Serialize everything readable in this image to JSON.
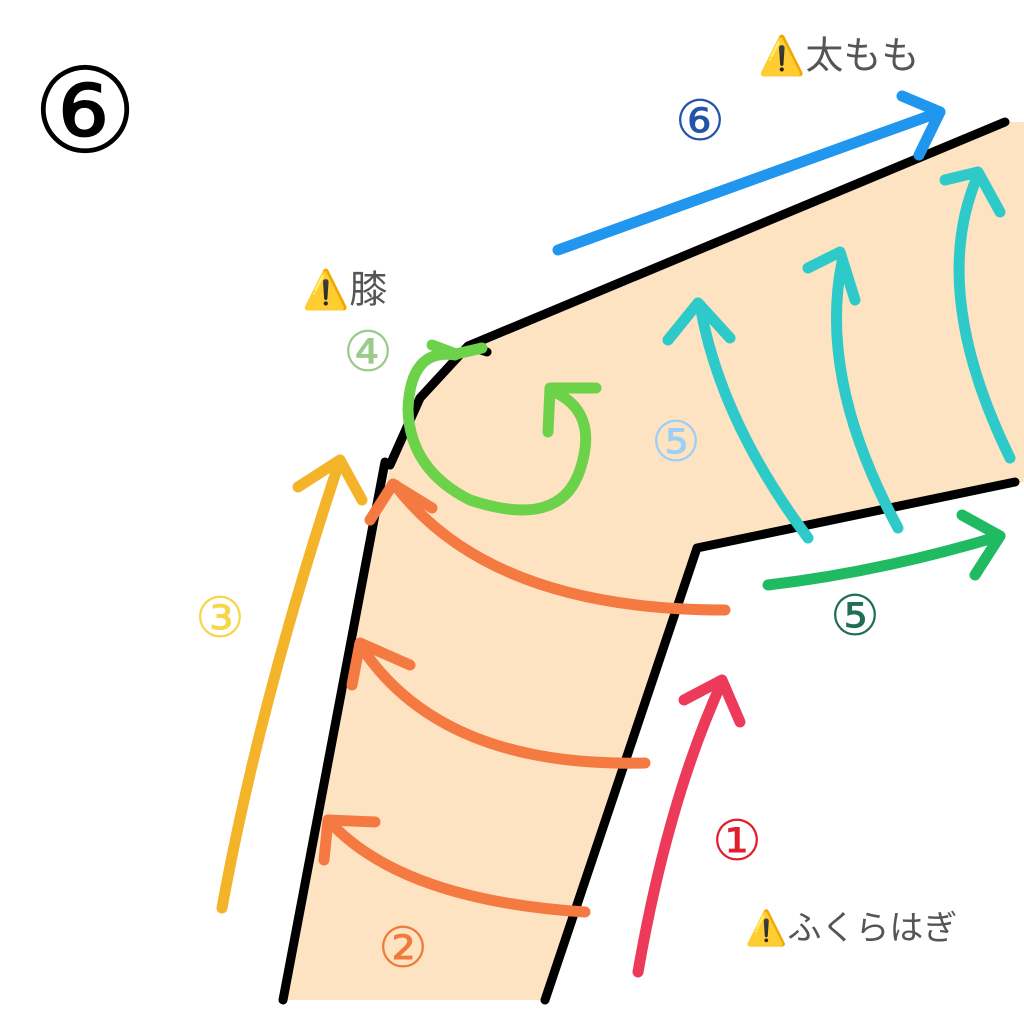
{
  "step_badge": "⑥",
  "labels": {
    "thigh_warning": "⚠️太もも",
    "knee_warning": "⚠️膝",
    "calf_warning": "⚠️ふくらはぎ",
    "step1": "①",
    "step2": "②",
    "step3": "③",
    "step4": "④",
    "step5_thigh": "⑤",
    "step5_under": "⑤",
    "step6": "⑥"
  },
  "colors": {
    "leg_fill": "#fde3c2",
    "outline": "#000000",
    "step1": "#ee3a5a",
    "step2": "#f47a42",
    "step3": "#f4b42a",
    "step4": "#6bd24a",
    "step5_up": "#2ec9c9",
    "step5_under": "#1fba62",
    "step6": "#2196ee",
    "label1": "#e01e2e",
    "label2": "#f07a3a",
    "label3": "#f7d64a",
    "label4": "#9acb8a",
    "label5_thigh": "#9ccff5",
    "label5_under": "#1f7052",
    "label6": "#2354a8",
    "warning_text": "#555555"
  }
}
